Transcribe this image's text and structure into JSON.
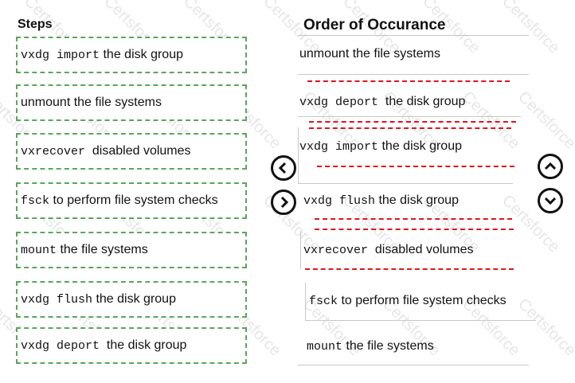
{
  "steps_header": "Steps",
  "order_header": "Order of Occurance",
  "watermark": "Certsforce",
  "steps": [
    {
      "code": "vxdg import",
      "text": " the disk group"
    },
    {
      "code": "",
      "text": "unmount the file systems"
    },
    {
      "code": "vxrecover",
      "text": "  disabled volumes"
    },
    {
      "code": "fsck",
      "text": " to perform file system checks"
    },
    {
      "code": "mount",
      "text": " the file systems"
    },
    {
      "code": "vxdg flush",
      "text": " the disk group"
    },
    {
      "code": "vxdg deport",
      "text": "  the disk group"
    }
  ],
  "order": [
    {
      "code": "",
      "text": "unmount the file systems"
    },
    {
      "code": "vxdg deport",
      "text": "  the disk group"
    },
    {
      "code": "vxdg import",
      "text": " the disk group"
    },
    {
      "code": "vxdg flush",
      "text": " the disk group"
    },
    {
      "code": "vxrecover",
      "text": "  disabled volumes"
    },
    {
      "code": "fsck",
      "text": " to perform file system checks"
    },
    {
      "code": "mount",
      "text": " the file systems"
    }
  ],
  "colors": {
    "step_border": "#5aa65a",
    "drop_indicator": "#e0141e"
  },
  "icons": {
    "move_left": "chevron-left-icon",
    "move_right": "chevron-right-icon",
    "move_up": "chevron-up-icon",
    "move_down": "chevron-down-icon"
  }
}
